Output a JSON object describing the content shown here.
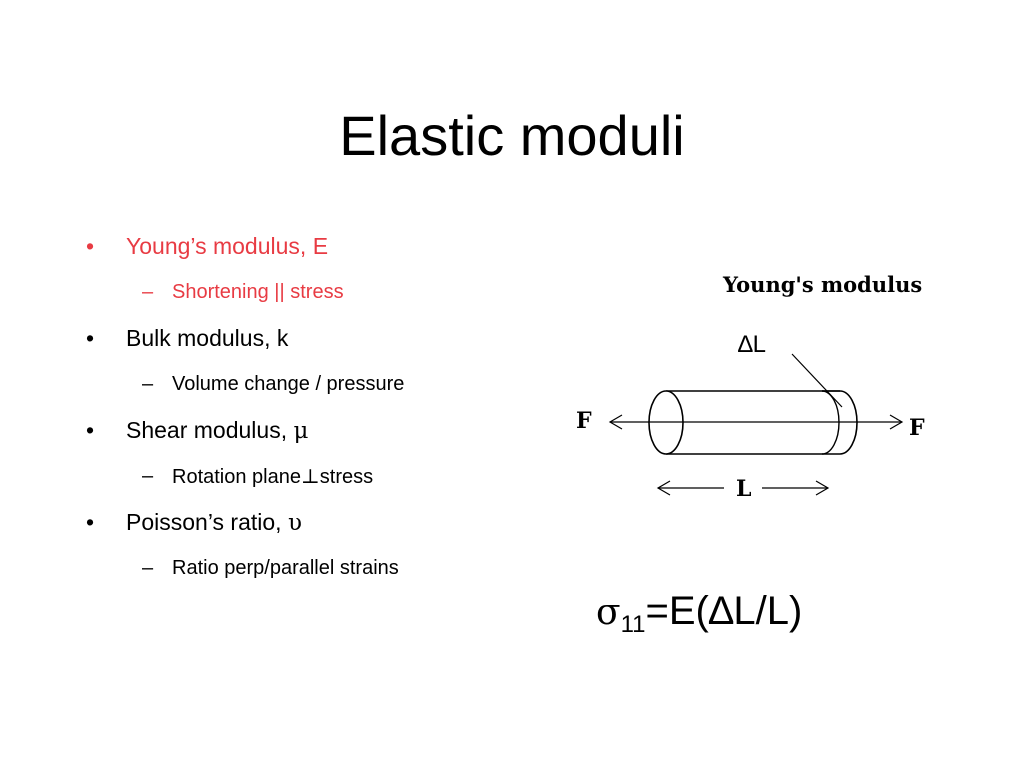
{
  "slide": {
    "title": "Elastic moduli"
  },
  "bullets": [
    {
      "marker": "•",
      "text": "Young’s modulus, E",
      "sub_marker": "–",
      "sub_text": "Shortening || stress"
    },
    {
      "marker": "•",
      "text": "Bulk modulus, k",
      "sub_marker": "–",
      "sub_text": "Volume change / pressure"
    },
    {
      "marker": "•",
      "text_prefix": "Shear modulus, ",
      "symbol": "μ",
      "sub_marker": "–",
      "sub_text_prefix": "Rotation plane",
      "sub_symbol": "⊥",
      "sub_text_suffix": "stress"
    },
    {
      "marker": "•",
      "text_prefix": "Poisson’s ratio, ",
      "symbol": "υ",
      "sub_marker": "–",
      "sub_text": "Ratio perp/parallel strains"
    }
  ],
  "colors": {
    "highlight": "#e83b43",
    "text": "#000000",
    "background": "#ffffff"
  },
  "figure": {
    "title": "Young's modulus",
    "delta_label": "∆L",
    "force_left": "F",
    "force_right": "F",
    "length_label": "L"
  },
  "equation": {
    "sigma": "σ",
    "subscript": "11",
    "rhs": "=E(∆L/L)"
  }
}
